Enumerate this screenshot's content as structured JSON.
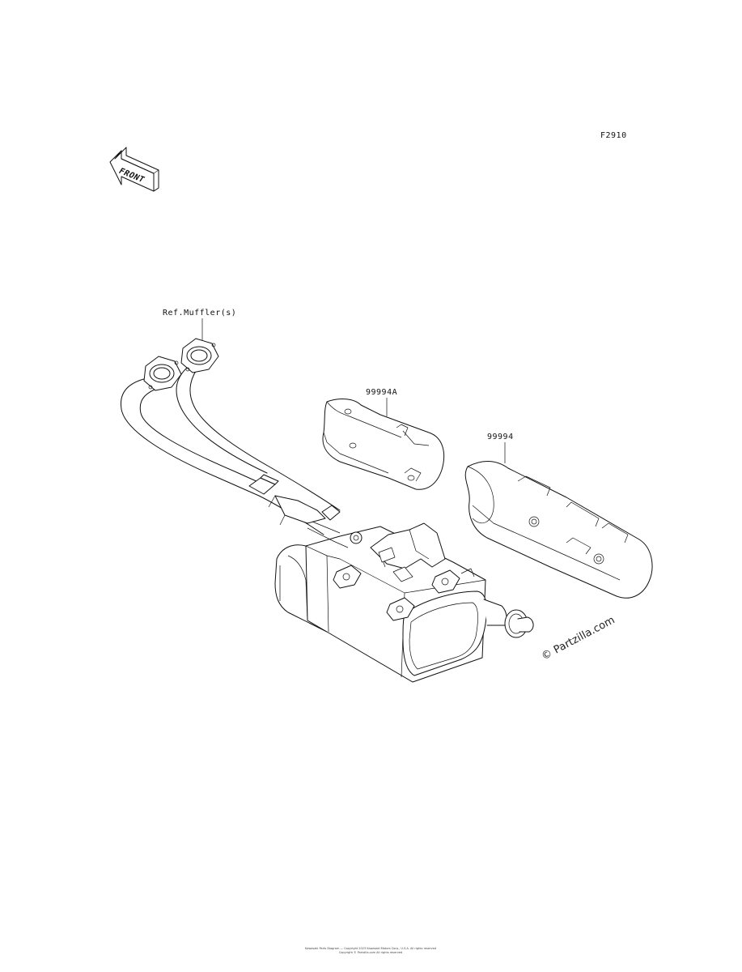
{
  "diagram_code": "F2910",
  "front_arrow_label": "FRONT",
  "callouts": [
    {
      "id": "ref-muffler",
      "text": "Ref.Muffler(s)"
    },
    {
      "id": "part-99994a",
      "text": "99994A"
    },
    {
      "id": "part-99994",
      "text": "99994"
    }
  ],
  "watermark": "© Partzilla.com",
  "footer": {
    "line1": "Kawasaki Parts Diagram — Copyright 2023 Kawasaki Motors Corp., U.S.A. All rights reserved",
    "line2": "Copyright © Partzilla.com All rights reserved"
  }
}
